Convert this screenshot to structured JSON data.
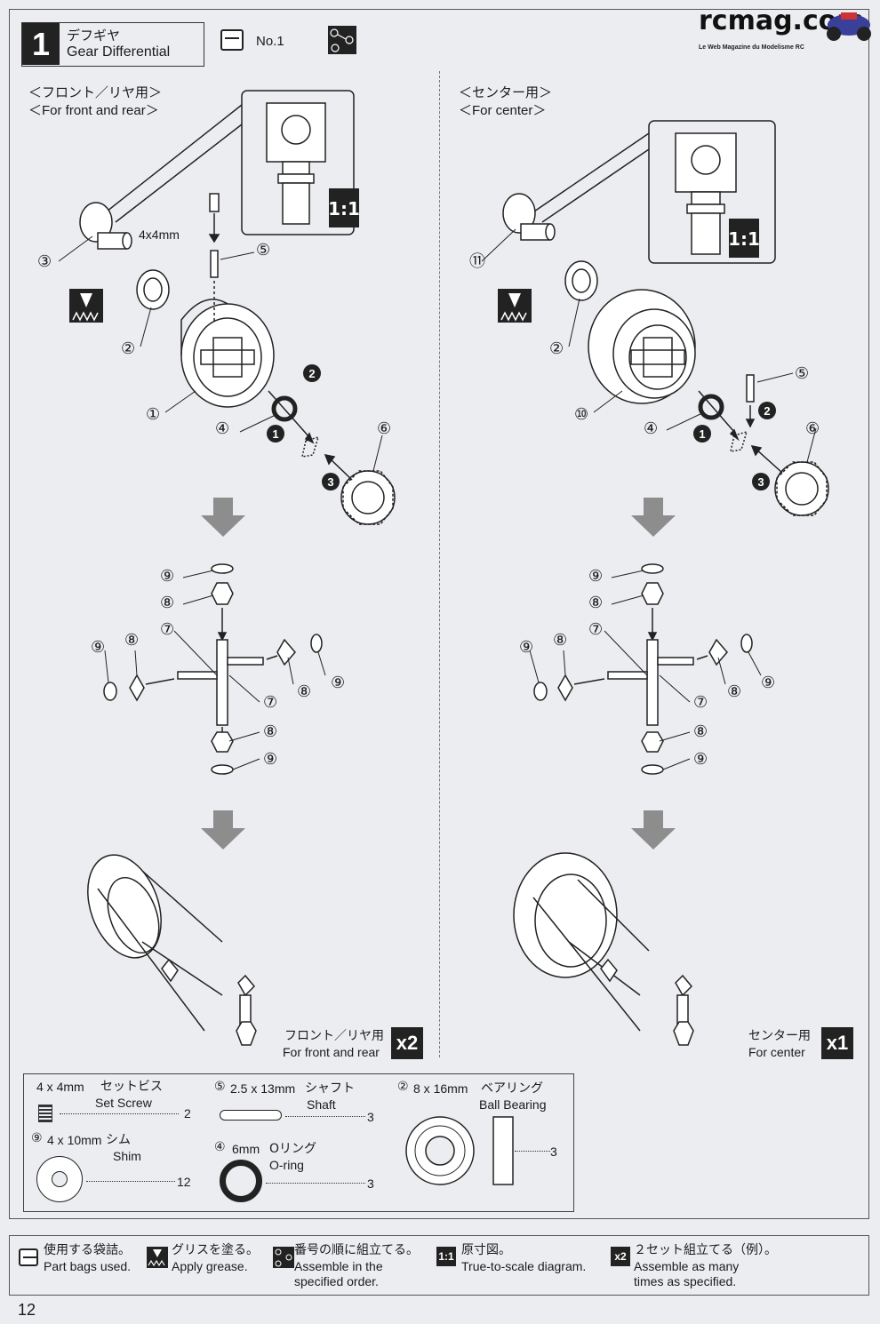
{
  "step": {
    "number": "1",
    "title_jp": "デフギヤ",
    "title_en": "Gear Differential",
    "bag_label": "No.1"
  },
  "logo": {
    "name": "rcmag.com",
    "tagline": "Le Web Magazine du Modelisme RC"
  },
  "front_rear": {
    "header_jp": "＜フロント／リヤ用＞",
    "header_en": "＜For front and rear＞",
    "screw_size": "4x4mm",
    "note_jp": "フロント／リヤ用",
    "note_en": "For front and rear",
    "multiplier": "x2"
  },
  "center": {
    "header_jp": "＜センター用＞",
    "header_en": "＜For center＞",
    "note_jp": "センター用",
    "note_en": "For center",
    "multiplier": "x1"
  },
  "scale_badge": "1:1",
  "part_numbers": {
    "p1": "①",
    "p2": "②",
    "p3": "③",
    "p4": "④",
    "p5": "⑤",
    "p6": "⑥",
    "p7": "⑦",
    "p8": "⑧",
    "p9": "⑨",
    "p10": "⑩",
    "p11": "⑪"
  },
  "order_marks": {
    "o1": "1",
    "o2": "2",
    "o3": "3"
  },
  "parts": [
    {
      "num": "",
      "size": "4 x 4mm",
      "jp": "セットビス",
      "en": "Set Screw",
      "qty": "2"
    },
    {
      "num": "⑤",
      "size": "2.5 x 13mm",
      "jp": "シャフト",
      "en": "Shaft",
      "qty": "3"
    },
    {
      "num": "②",
      "size": "8 x 16mm",
      "jp": "ベアリング",
      "en": "Ball Bearing",
      "qty": "3"
    },
    {
      "num": "⑨",
      "size": "4 x 10mm",
      "jp": "シム",
      "en": "Shim",
      "qty": "12"
    },
    {
      "num": "④",
      "size": "6mm",
      "jp": "Oリング",
      "en": "O-ring",
      "qty": "3"
    }
  ],
  "legend": [
    {
      "jp": "使用する袋詰。",
      "en": "Part bags used."
    },
    {
      "jp": "グリスを塗る。",
      "en": "Apply grease."
    },
    {
      "jp": "番号の順に組立てる。",
      "en": "Assemble in the",
      "en2": "specified order."
    },
    {
      "jp": "原寸図。",
      "en": "True-to-scale diagram."
    },
    {
      "jp": "２セット組立てる（例）。",
      "en": "Assemble as many",
      "en2": "times as specified."
    }
  ],
  "legend_icons": {
    "scale": "1:1",
    "mult": "x2"
  },
  "page_number": "12"
}
